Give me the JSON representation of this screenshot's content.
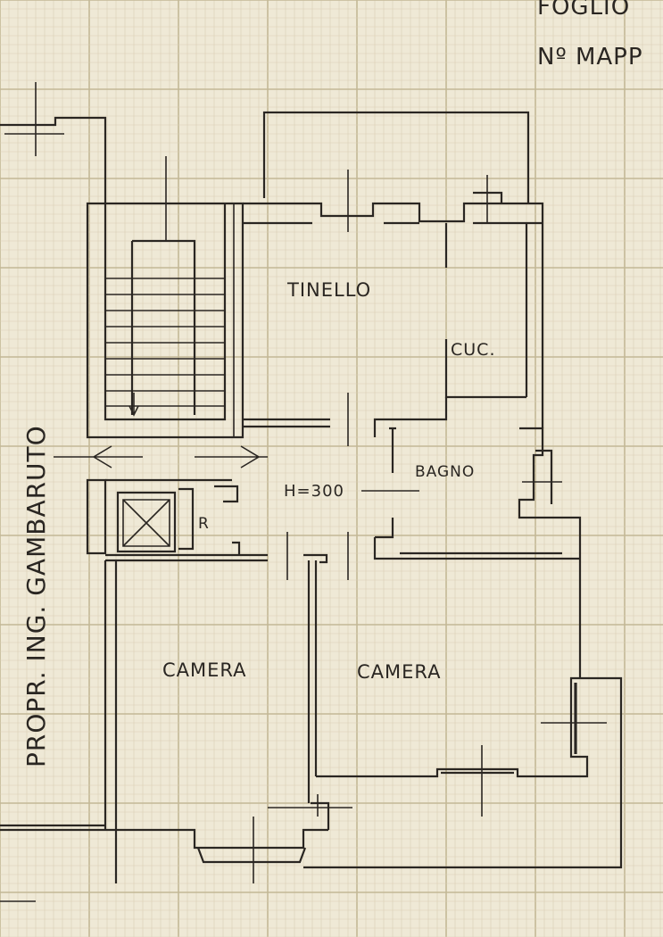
{
  "header": {
    "sheet_label": "FOGLIO",
    "parcel_label": "Nº MAPP"
  },
  "side_note": "PROPR. ING. GAMBARUTO",
  "rooms": {
    "tinello": "TINELLO",
    "cucina": "CUC.",
    "bagno": "BAGNO",
    "ripostiglio": "R",
    "camera_left": "CAMERA",
    "camera_right": "CAMERA"
  },
  "height_note": "H=300",
  "colors": {
    "paper": "#efe9d6",
    "grid_fine": "#d9cfb4",
    "grid_major": "#c3b896",
    "ink": "#2a2622"
  }
}
